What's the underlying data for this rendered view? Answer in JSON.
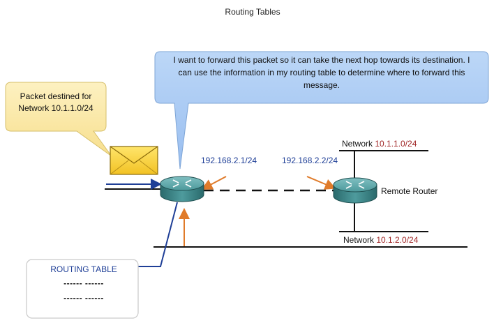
{
  "diagram": {
    "title": "Routing Tables",
    "router_callout": {
      "lines": [
        "I want to forward this packet so it can take the next hop towards its destination. I",
        "can use the information in my routing table to determine where to forward this",
        "message."
      ]
    },
    "packet_callout": {
      "lines": [
        "Packet destined for",
        "Network 10.1.1.0/24"
      ]
    },
    "local_router": {
      "interface_ip": "192.168.2.1/24"
    },
    "remote_router": {
      "label": "Remote Router",
      "interface_ip": "192.168.2.2/24"
    },
    "networks": {
      "top": {
        "prefix": "Network ",
        "address": "10.1.1.0/24"
      },
      "bottom": {
        "prefix": "Network ",
        "address": "10.1.2.0/24"
      }
    },
    "routing_table": {
      "title": "ROUTING TABLE",
      "rows": [
        "------ ------",
        "------ ------"
      ]
    }
  },
  "colors": {
    "router_callout_fill": "#a9cbf3",
    "packet_callout_fill": "#fbe9a8",
    "orange_arrow": "#e07b2a",
    "blue_line": "#1f3f97",
    "router_body": "#3f8a8c"
  },
  "icons": [
    "router-icon",
    "envelope-icon"
  ]
}
